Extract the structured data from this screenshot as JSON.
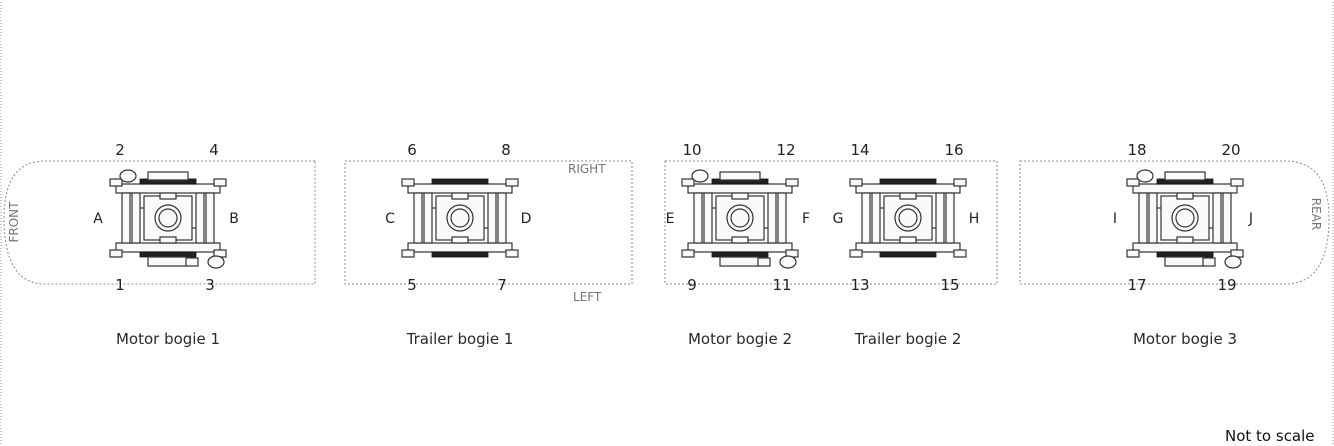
{
  "bogies": [
    {
      "label": "Motor bogie 1",
      "type": "motor",
      "numbers": [
        "2",
        "4",
        "1",
        "3"
      ],
      "letters": [
        "A",
        "B"
      ]
    },
    {
      "label": "Trailer bogie 1",
      "type": "trailer",
      "numbers": [
        "6",
        "8",
        "5",
        "7"
      ],
      "letters": [
        "C",
        "D"
      ]
    },
    {
      "label": "Motor bogie 2",
      "type": "motor",
      "numbers": [
        "10",
        "12",
        "9",
        "11"
      ],
      "letters": [
        "E",
        "F"
      ]
    },
    {
      "label": "Trailer bogie 2",
      "type": "trailer",
      "numbers": [
        "14",
        "16",
        "13",
        "15"
      ],
      "letters": [
        "G",
        "H"
      ]
    },
    {
      "label": "Motor bogie 3",
      "type": "motor",
      "numbers": [
        "18",
        "20",
        "17",
        "19"
      ],
      "letters": [
        "I",
        "J"
      ]
    }
  ],
  "ends": {
    "front": "FRONT",
    "rear": "REAR"
  },
  "sides": {
    "right": "RIGHT",
    "left": "LEFT"
  },
  "note": "Not to scale"
}
